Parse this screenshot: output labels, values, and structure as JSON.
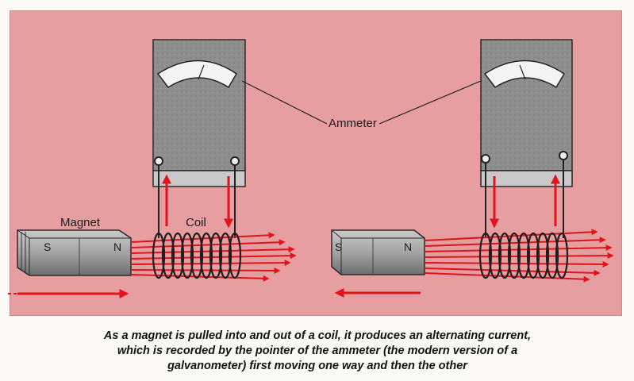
{
  "labels": {
    "magnet": "Magnet",
    "coil": "Coil",
    "ammeter": "Ammeter",
    "pole_s": "S",
    "pole_n": "N"
  },
  "caption": {
    "line1": "As a magnet is pulled into and out of a coil, it produces an alternating current,",
    "line2": "which is recorded by the pointer of the ammeter (the modern version of a",
    "line3": "galvanometer) first moving one way and then the other"
  },
  "colors": {
    "background": "#e69ea1",
    "arrow": "#e0141b",
    "ammeter_body": "#8c8c8c",
    "magnet_body": "#9a9a9a"
  }
}
